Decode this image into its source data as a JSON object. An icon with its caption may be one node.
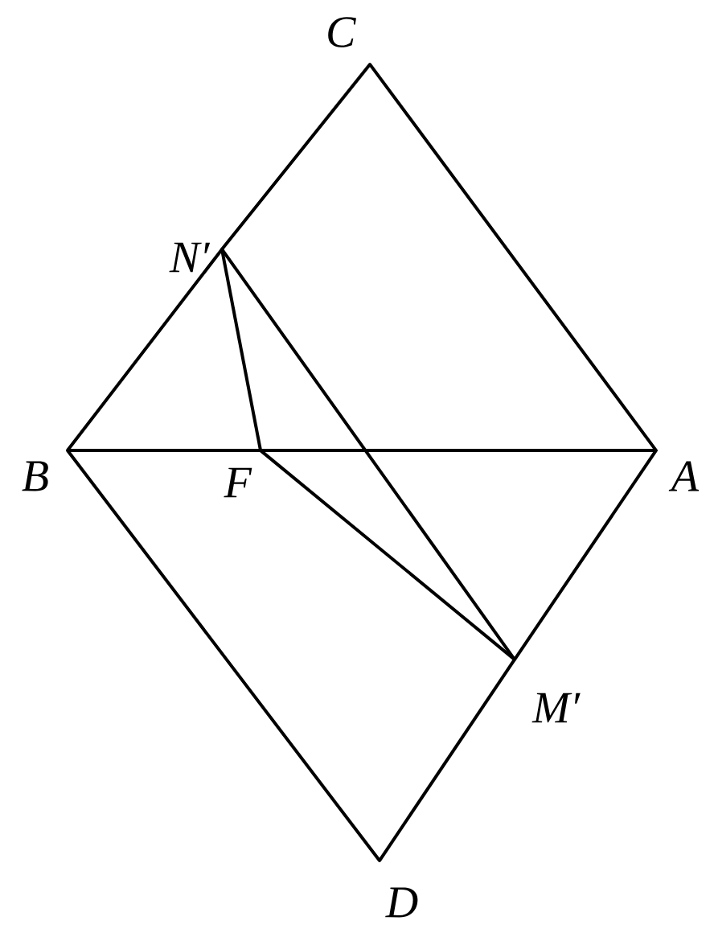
{
  "diagram": {
    "nodes": [
      {
        "text": [
          "*C*"
        ]
      },
      {
        "text": [
          "*N′*"
        ]
      },
      {
        "text": [
          "*B*"
        ]
      },
      {
        "text": [
          "*F*"
        ]
      },
      {
        "text": [
          "*A*"
        ]
      },
      {
        "text": [
          "*M′*"
        ]
      },
      {
        "text": [
          "*D*"
        ]
      }
    ],
    "edges": [
      {
        "from": 2,
        "to": 1,
        "arrow": "none"
      },
      {
        "from": 1,
        "to": 0,
        "arrow": "none"
      },
      {
        "from": 0,
        "to": 4,
        "arrow": "none"
      },
      {
        "from": 4,
        "to": 5,
        "arrow": "none"
      },
      {
        "from": 5,
        "to": 6,
        "arrow": "none"
      },
      {
        "from": 6,
        "to": 2,
        "arrow": "none"
      },
      {
        "from": 2,
        "to": 3,
        "arrow": "none"
      },
      {
        "from": 3,
        "to": 4,
        "arrow": "none"
      },
      {
        "from": 1,
        "to": 3,
        "arrow": "none"
      },
      {
        "from": 1,
        "to": 5,
        "arrow": "none"
      },
      {
        "from": 3,
        "to": 5,
        "arrow": "none"
      }
    ]
  }
}
